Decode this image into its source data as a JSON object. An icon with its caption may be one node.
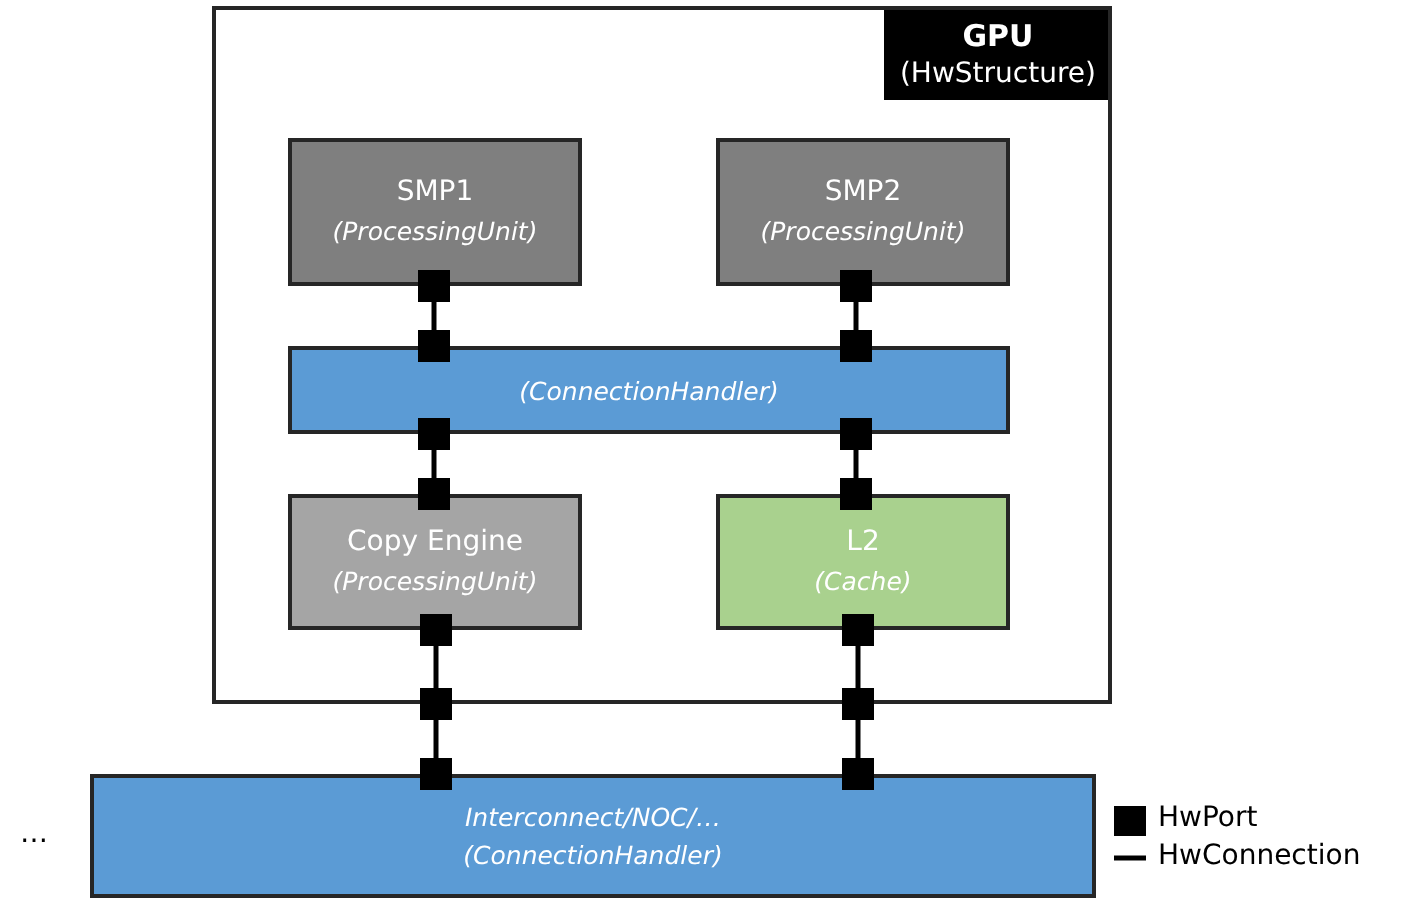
{
  "diagram": {
    "nodes": [
      {
        "text": [
          "GPU",
          "(HwStructure)"
        ]
      },
      {
        "text": [
          "SMP1",
          "(ProcessingUnit)"
        ],
        "in": 0
      },
      {
        "text": [
          "SMP2",
          "(ProcessingUnit)"
        ],
        "in": 0
      },
      {
        "text": [
          "(ConnectionHandler)"
        ],
        "in": 0
      },
      {
        "text": [
          "Copy Engine",
          "(ProcessingUnit)"
        ],
        "in": 0
      },
      {
        "text": [
          "L2",
          "(Cache)"
        ],
        "in": 0
      },
      {
        "text": [
          "Interconnect/NOC/…",
          "(ConnectionHandler)"
        ]
      }
    ],
    "edges": [
      {
        "from": 1,
        "to": 3,
        "arrow": "other"
      },
      {
        "from": 2,
        "to": 3,
        "arrow": "other"
      },
      {
        "from": 3,
        "to": 4,
        "arrow": "other"
      },
      {
        "from": 3,
        "to": 5,
        "arrow": "other"
      },
      {
        "from": 4,
        "to": 0,
        "arrow": "other"
      },
      {
        "from": 5,
        "to": 0,
        "arrow": "other"
      },
      {
        "from": 0,
        "to": 6,
        "arrow": "other"
      },
      {
        "from": 0,
        "to": 6,
        "arrow": "other"
      }
    ],
    "labels": [
      "…"
    ],
    "legend": [
      {
        "text": "HwPort"
      },
      {
        "text": "HwConnection"
      }
    ]
  }
}
